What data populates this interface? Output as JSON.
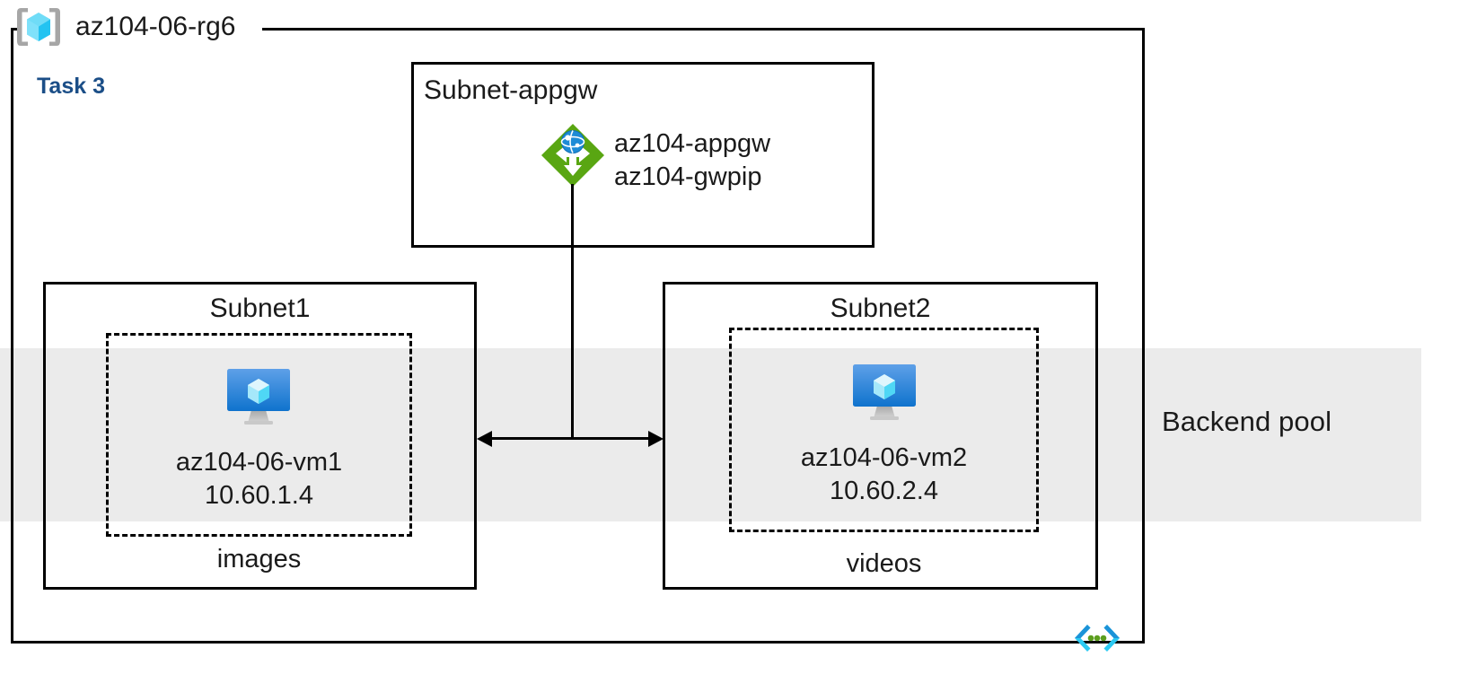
{
  "diagram": {
    "resource_group": {
      "name": "az104-06-rg6",
      "icon": "resource-group-cube-icon"
    },
    "task_label": "Task 3",
    "accent_colors": {
      "task_blue": "#1b4e87",
      "backend_band_gray": "#ebebeb",
      "appgw_green": "#59a612",
      "vm_blue": "#2a7fd4",
      "rg_cube_cyan": "#4fd7f5",
      "vnet_cyan": "#2bc9f2",
      "vnet_green": "#5c9e1e",
      "border_black": "#000000"
    },
    "backend_pool": {
      "label": "Backend pool"
    },
    "subnets": [
      {
        "id": "subnet-appgw",
        "title": "Subnet-appgw",
        "resources": {
          "icon": "application-gateway-icon",
          "lines": [
            "az104-appgw",
            "az104-gwpip"
          ]
        }
      },
      {
        "id": "subnet1",
        "title": "Subnet1",
        "vm": {
          "icon": "virtual-machine-icon",
          "name": "az104-06-vm1",
          "ip": "10.60.1.4"
        },
        "storage_label": "images"
      },
      {
        "id": "subnet2",
        "title": "Subnet2",
        "vm": {
          "icon": "virtual-machine-icon",
          "name": "az104-06-vm2",
          "ip": "10.60.2.4"
        },
        "storage_label": "videos"
      }
    ],
    "vnet_icon": "virtual-network-icon"
  }
}
